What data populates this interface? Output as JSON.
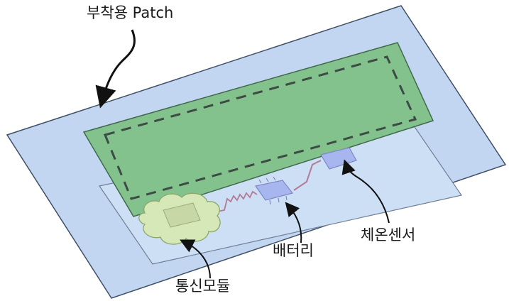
{
  "labels": {
    "patch": "부착용 Patch",
    "temp_sensor": "체온센서",
    "battery": "배터리",
    "comm_module": "통신모듈"
  },
  "colors": {
    "patch_fill": "#c2d6f2",
    "patch_stroke": "#3f4f66",
    "adhesive_fill": "#83c18d",
    "adhesive_stroke": "#3f6a4a",
    "dashed_line": "#3d4b45",
    "circuit_board_fill": "#c9dcf5",
    "circuit_board_stroke": "#7f8fa6",
    "chip_fill": "#a8b6ef",
    "chip_stroke": "#7f88c4",
    "cloud_fill": "#d6e8b8",
    "cloud_stroke": "#8aa86a",
    "wire": "#b37a96",
    "leader_line": "#111111"
  }
}
